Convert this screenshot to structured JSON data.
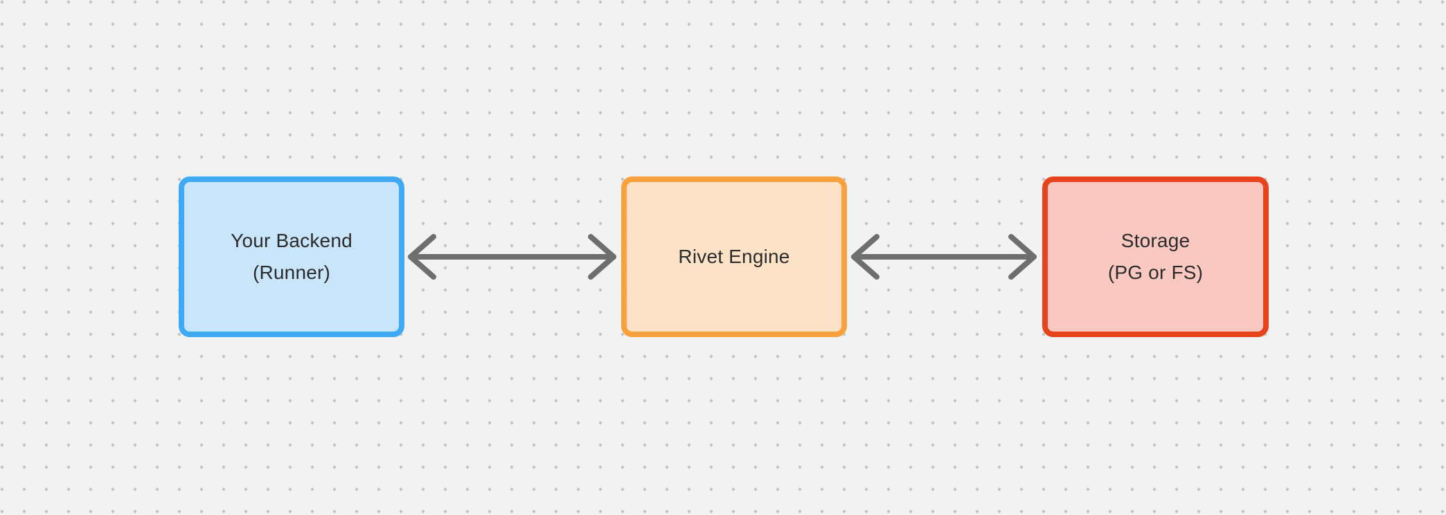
{
  "colors": {
    "canvas_bg": "#f2f2f2",
    "dot": "#c6c6c6",
    "node_backend_border": "#3fa9f5",
    "node_backend_fill": "#c8e5fa",
    "node_engine_border": "#f9a03f",
    "node_engine_fill": "#fce3c8",
    "node_storage_border": "#e7431d",
    "node_storage_fill": "#f9c8c1",
    "arrow": "#6e6e6e",
    "label_text": "#2b2b2b"
  },
  "diagram": {
    "nodes": [
      {
        "id": "backend",
        "label_line1": "Your Backend",
        "label_line2": "(Runner)",
        "border_color": "#3fa9f5",
        "fill_color": "#c8e5fa"
      },
      {
        "id": "engine",
        "label_line1": "Rivet Engine",
        "label_line2": "",
        "border_color": "#f9a03f",
        "fill_color": "#fce3c8"
      },
      {
        "id": "storage",
        "label_line1": "Storage",
        "label_line2": "(PG or FS)",
        "border_color": "#e7431d",
        "fill_color": "#f9c8c1"
      }
    ],
    "connectors": [
      {
        "from": "backend",
        "to": "engine",
        "type": "double-arrow",
        "color": "#6e6e6e"
      },
      {
        "from": "engine",
        "to": "storage",
        "type": "double-arrow",
        "color": "#6e6e6e"
      }
    ]
  }
}
